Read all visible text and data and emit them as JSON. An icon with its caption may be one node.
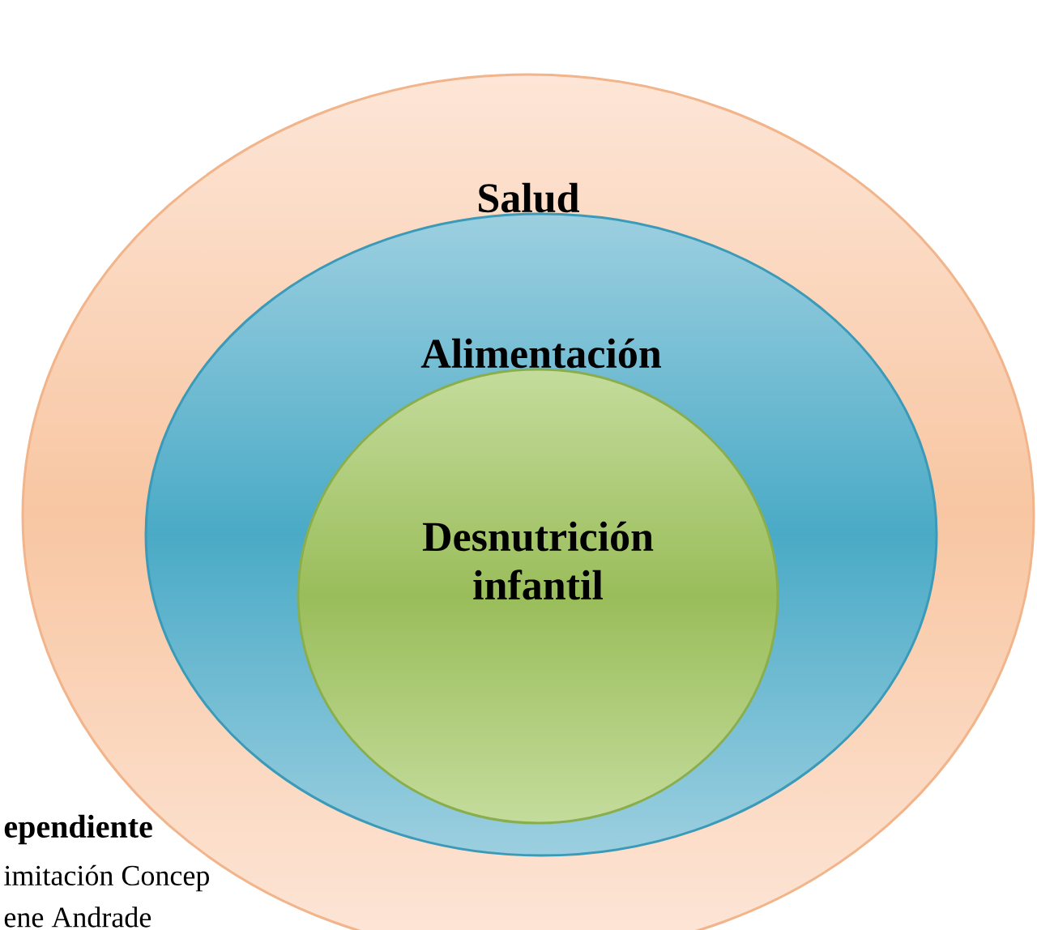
{
  "diagram": {
    "nodes": [
      {
        "text": [
          "Salud"
        ]
      },
      {
        "text": [
          "Alimentación"
        ],
        "in": 0
      },
      {
        "text": [
          "Desnutrición infantil"
        ],
        "in": 1
      }
    ],
    "labels": [
      "ependiente",
      "imitación Concep",
      "ene Andrade"
    ]
  }
}
